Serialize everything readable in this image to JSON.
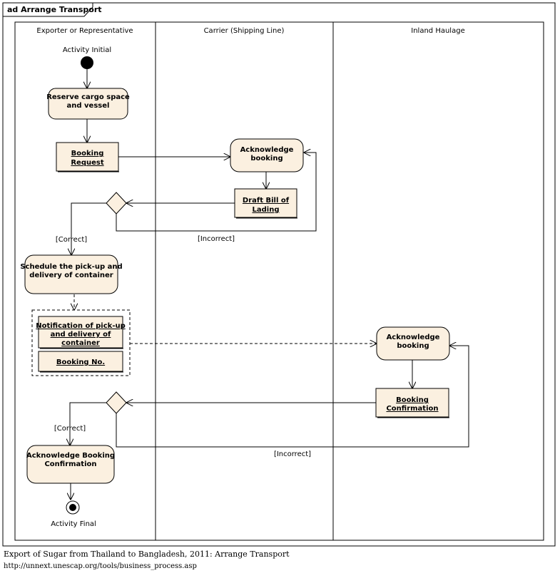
{
  "diagram": {
    "frame_title": "ad Arrange Transport",
    "lanes": [
      "Exporter or Representative",
      "Carrier (Shipping Line)",
      "Inland Haulage"
    ],
    "initial_label": "Activity Initial",
    "final_label": "Activity Final",
    "actions": {
      "reserve": [
        "Reserve cargo space",
        "and vessel"
      ],
      "ack_booking_carrier": [
        "Acknowledge",
        "booking"
      ],
      "schedule": [
        "Schedule the pick-up and",
        "delivery of container"
      ],
      "ack_booking_haulage": [
        "Acknowledge",
        "booking"
      ],
      "ack_confirmation": [
        "Acknowledge Booking",
        "Confirmation"
      ]
    },
    "objects": {
      "booking_request": [
        "Booking",
        "Request"
      ],
      "draft_bill": [
        "Draft Bill of",
        "Lading"
      ],
      "notification": [
        "Notification of pick-up",
        "and delivery of",
        "container"
      ],
      "booking_no": [
        "Booking No."
      ],
      "booking_confirmation": [
        "Booking",
        "Confirmation"
      ]
    },
    "guards": {
      "correct_1": "[Correct]",
      "incorrect_1": "[Incorrect]",
      "correct_2": "[Correct]",
      "incorrect_2": "[Incorrect]"
    }
  },
  "caption": {
    "line1": "Export of Sugar from Thailand to Bangladesh, 2011: Arrange Transport",
    "line2": "http://unnext.unescap.org/tools/business_process.asp"
  }
}
